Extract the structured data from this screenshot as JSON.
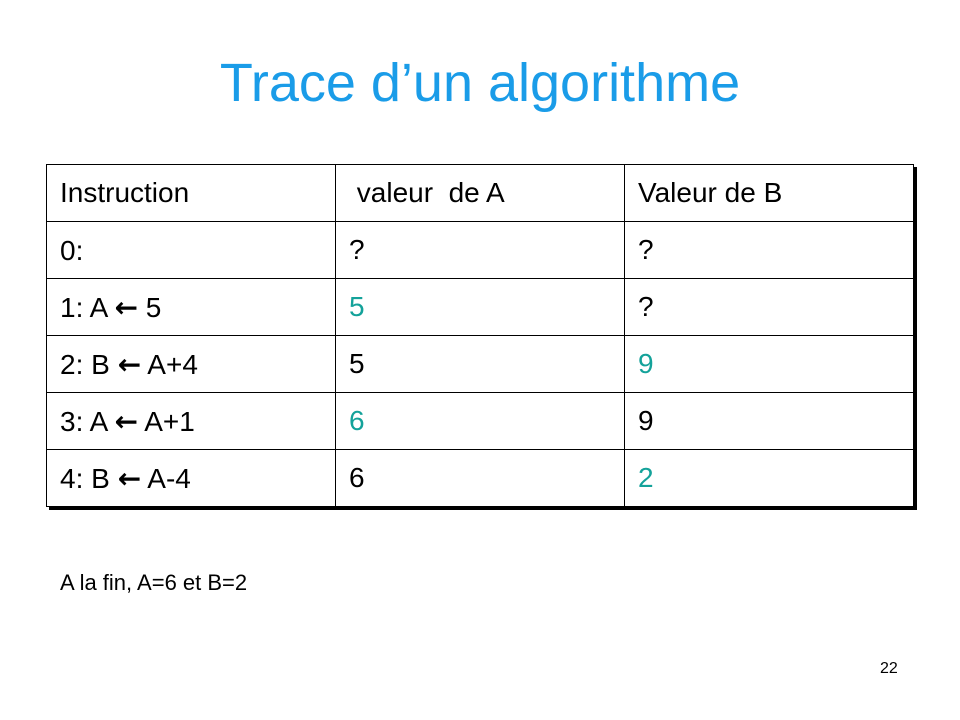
{
  "colors": {
    "title": "#1a9ce8",
    "highlight": "#14a29a"
  },
  "title": "Trace d’un algorithme",
  "table": {
    "headers": [
      "Instruction",
      " valeur  de A",
      "Valeur de B"
    ],
    "rows": [
      {
        "instr_pre": "0:",
        "arrow": "",
        "instr_post": "",
        "a": "?",
        "b": "?",
        "a_changed": false,
        "b_changed": false
      },
      {
        "instr_pre": "1: A ",
        "arrow": "←",
        "instr_post": " 5",
        "a": "5",
        "b": "?",
        "a_changed": true,
        "b_changed": false
      },
      {
        "instr_pre": "2: B ",
        "arrow": "←",
        "instr_post": " A+4",
        "a": "5",
        "b": "9",
        "a_changed": false,
        "b_changed": true
      },
      {
        "instr_pre": "3: A ",
        "arrow": "←",
        "instr_post": " A+1",
        "a": "6",
        "b": "9",
        "a_changed": true,
        "b_changed": false
      },
      {
        "instr_pre": "4: B ",
        "arrow": "←",
        "instr_post": " A-4",
        "a": "6",
        "b": "2",
        "a_changed": false,
        "b_changed": true
      }
    ]
  },
  "note": "A la fin, A=6 et B=2",
  "page_number": "22"
}
